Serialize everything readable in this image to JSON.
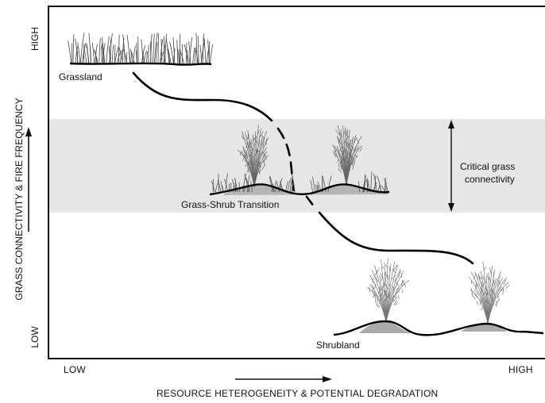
{
  "y_axis": {
    "title": "GRASS CONNECTIVITY & FIRE FREQUENCY",
    "high_label": "HIGH",
    "low_label": "LOW"
  },
  "x_axis": {
    "title": "RESOURCE HETEROGENEITY & POTENTIAL DEGRADATION",
    "low_label": "LOW",
    "high_label": "HIGH"
  },
  "states": {
    "grassland": "Grassland",
    "transition": "Grass-Shrub Transition",
    "shrubland": "Shrubland"
  },
  "band": {
    "label_line1": "Critical grass",
    "label_line2": "connectivity",
    "color": "#e6e6e6"
  }
}
